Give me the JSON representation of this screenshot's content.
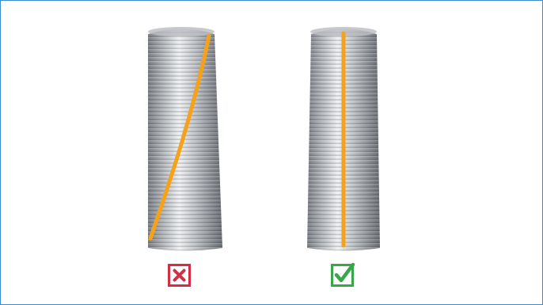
{
  "colors": {
    "frame_border": "#3f8ccc",
    "guide_line": "#f5a21b",
    "wrong_mark": "#d42e43",
    "correct_mark": "#3aa64a",
    "steel_light": "#eef0f2",
    "steel_dark": "#6c7075"
  },
  "figures": [
    {
      "name": "spiral-seam-pipe",
      "line": "diagonal",
      "verdict": "wrong",
      "icon": "x-mark-icon"
    },
    {
      "name": "straight-seam-pipe",
      "line": "vertical",
      "verdict": "correct",
      "icon": "check-mark-icon"
    }
  ]
}
